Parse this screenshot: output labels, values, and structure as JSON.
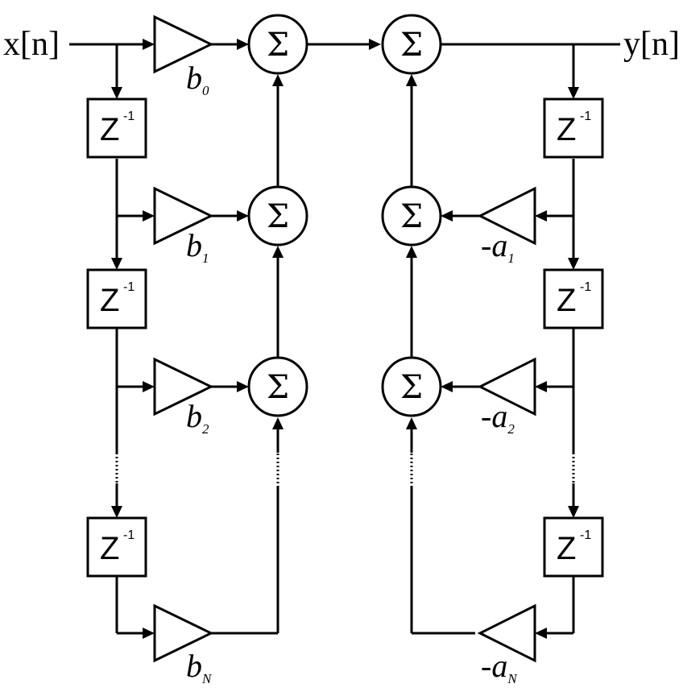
{
  "input_label": "x[n]",
  "output_label": "y[n]",
  "sum_symbol": "Σ",
  "delay": {
    "base": "Z",
    "exponent": "-1"
  },
  "feedforward_gains": [
    {
      "name": "b",
      "sub": "0"
    },
    {
      "name": "b",
      "sub": "1"
    },
    {
      "name": "b",
      "sub": "2"
    },
    {
      "name": "b",
      "sub": "N"
    }
  ],
  "feedback_gains": [
    {
      "name": "-a",
      "sub": "1"
    },
    {
      "name": "-a",
      "sub": "2"
    },
    {
      "name": "-a",
      "sub": "N"
    }
  ]
}
